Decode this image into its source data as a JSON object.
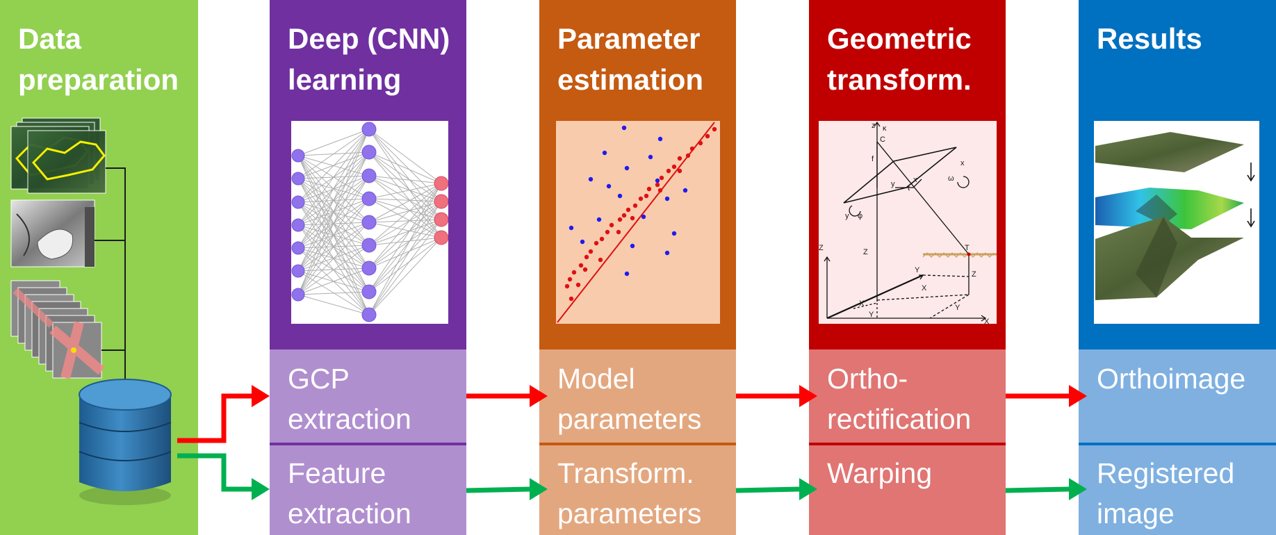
{
  "columns": [
    {
      "title": "Data\npreparation",
      "color": "#92d050"
    },
    {
      "title": "Deep (CNN)\nlearning",
      "color": "#7030a0",
      "light": "#b08fcf",
      "row1": "GCP\nextraction",
      "row2": "Feature\nextraction"
    },
    {
      "title": "Parameter\nestimation",
      "color": "#c55a11",
      "light": "#e3a77f",
      "row1": "Model\nparameters",
      "row2": "Transform.\nparameters"
    },
    {
      "title": "Geometric\ntransform.",
      "color": "#c00000",
      "light": "#e07573",
      "row1": "Ortho-\nrectification",
      "row2": "Warping"
    },
    {
      "title": "Results",
      "color": "#0070c0",
      "light": "#7fb0e0",
      "row1": "Orthoimage",
      "row2": "Registered\nimage"
    }
  ],
  "arrows": {
    "top_color": "#ff0000",
    "bottom_color": "#00b050"
  },
  "geometry_labels": {
    "zs": "z",
    "kappa": "κ",
    "c": "C",
    "f": "f",
    "xs": "x",
    "x": "x",
    "y": "y",
    "t": "t",
    "omega": "ω",
    "ys": "y",
    "phi": "φ",
    "zo": "Z",
    "zc": "Z",
    "t_point": "T",
    "yo": "Y",
    "xo": "X",
    "X": "X",
    "Z": "Z",
    "Y": "Y",
    "Xc": "X",
    "Yc": "Y"
  }
}
